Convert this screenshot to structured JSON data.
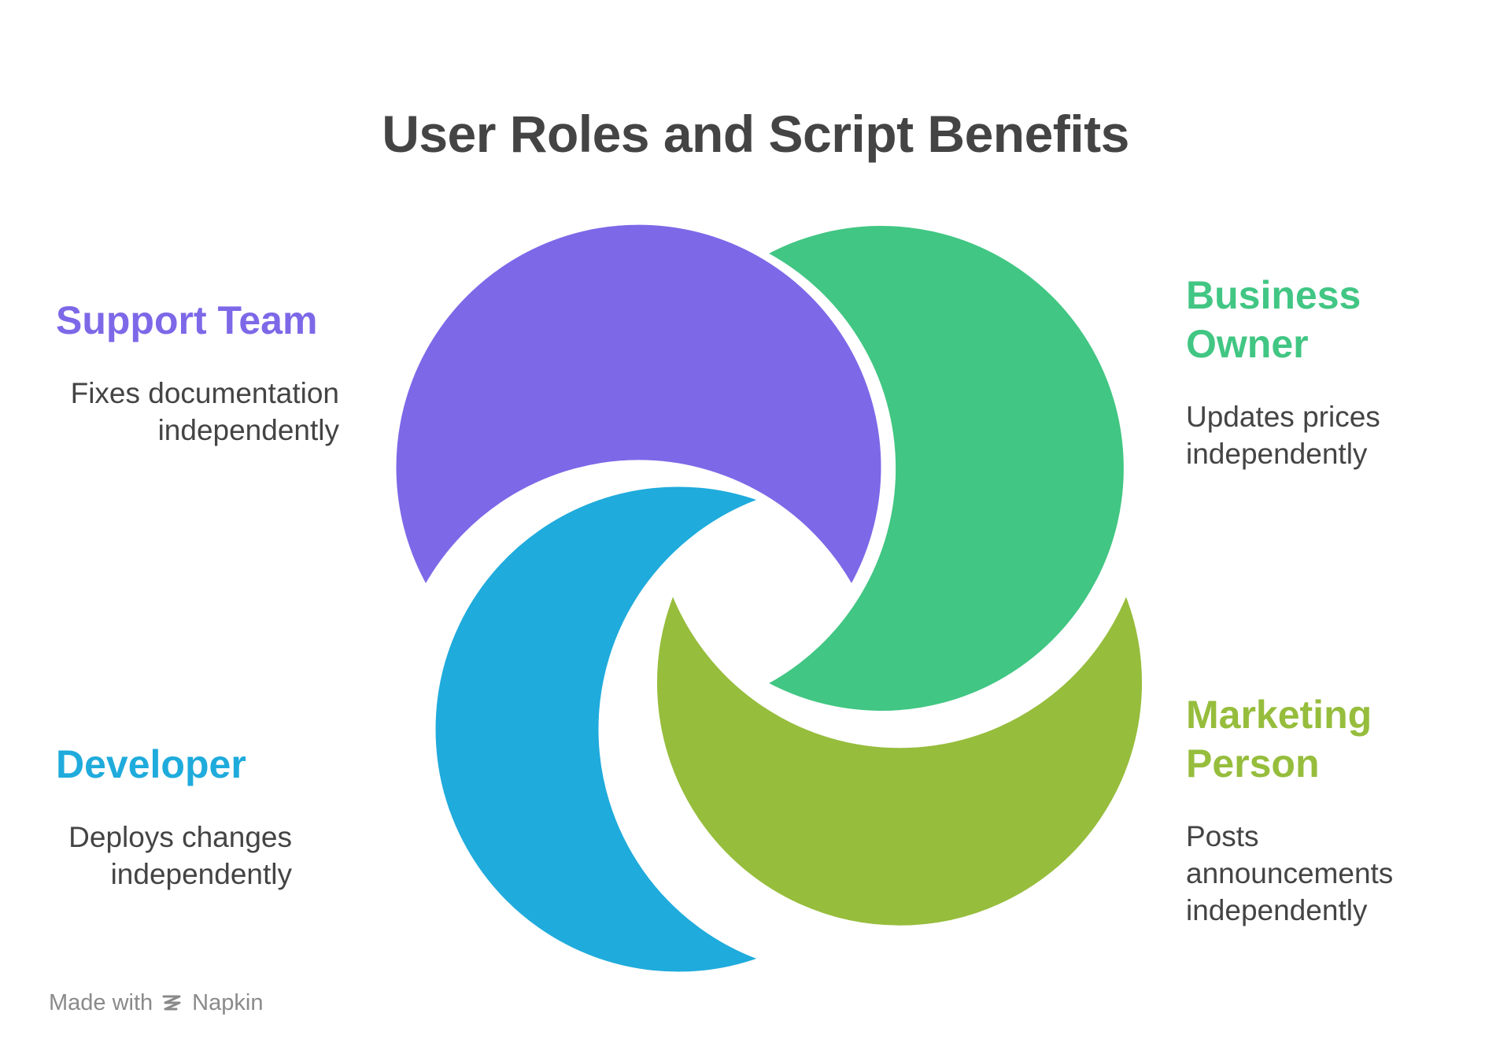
{
  "title": "User Roles and Script Benefits",
  "colors": {
    "support": "#7d68e8",
    "business": "#41c683",
    "developer": "#1fabdc",
    "marketing": "#96bd3c",
    "text": "#444444",
    "footer": "#8a8a8a"
  },
  "roles": {
    "support": {
      "heading": "Support Team",
      "desc_lines": [
        "Fixes documentation",
        "independently"
      ]
    },
    "business": {
      "heading_lines": [
        "Business",
        "Owner"
      ],
      "desc_lines": [
        "Updates prices",
        "independently"
      ]
    },
    "developer": {
      "heading": "Developer",
      "desc_lines": [
        "Deploys changes",
        "independently"
      ]
    },
    "marketing": {
      "heading_lines": [
        "Marketing",
        "Person"
      ],
      "desc_lines": [
        "Posts",
        "announcements",
        "independently"
      ]
    }
  },
  "footer": {
    "made_with": "Made with",
    "brand": "Napkin",
    "icon": "napkin-logo-icon"
  }
}
